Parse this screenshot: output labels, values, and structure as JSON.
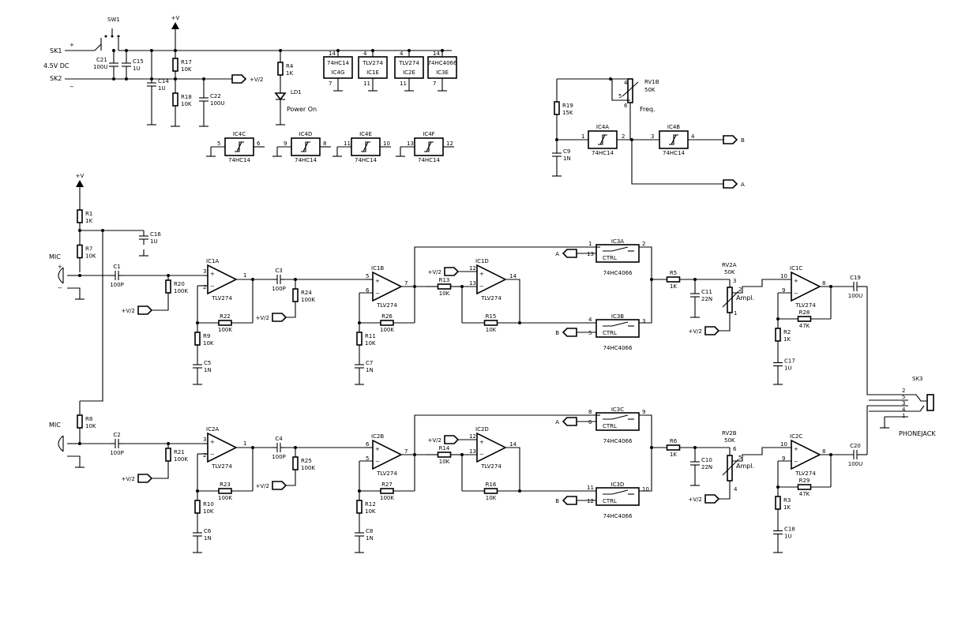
{
  "diagram": {
    "supply": {
      "sk1": "SK1",
      "sk2": "SK2",
      "voltage": "4.5V  DC",
      "plus": "+",
      "minus": "−",
      "sw1": "SW1",
      "vplus": "+V",
      "vhalf": "+V/2"
    },
    "power_parts": {
      "c21": [
        "C21",
        "100U"
      ],
      "c15": [
        "C15",
        "1U"
      ],
      "c14": [
        "C14",
        "1U"
      ],
      "r17": [
        "R17",
        "10K"
      ],
      "r18": [
        "R18",
        "10K"
      ],
      "c22": [
        "C22",
        "100U"
      ],
      "r4": [
        "R4",
        "1K"
      ],
      "ld1": "LD1",
      "power_on": "Power  On"
    },
    "power_pins": [
      "14",
      "7",
      "4",
      "11",
      "4",
      "11",
      "14",
      "7"
    ],
    "ic_power": [
      [
        "74HC14",
        "IC4G"
      ],
      [
        "TLV274",
        "IC1E"
      ],
      [
        "TLV274",
        "IC2E"
      ],
      [
        "74HC4066",
        "IC3E"
      ]
    ],
    "spare_gates": [
      [
        "IC4C",
        "74HC14",
        "5",
        "6"
      ],
      [
        "IC4D",
        "74HC14",
        "9",
        "8"
      ],
      [
        "IC4E",
        "74HC14",
        "11",
        "10"
      ],
      [
        "IC4F",
        "74HC14",
        "13",
        "12"
      ]
    ],
    "osc": {
      "r19": [
        "R19",
        "15K"
      ],
      "c9": [
        "C9",
        "1N"
      ],
      "rv1b": [
        "RV1B",
        "50K"
      ],
      "freq": "Freq.",
      "ic4a": [
        "IC4A",
        "74HC14"
      ],
      "ic4b": [
        "IC4B",
        "74HC14"
      ],
      "pins": [
        "4",
        "5",
        "6",
        "1",
        "2",
        "3",
        "4"
      ],
      "out_b": "B",
      "out_a": "A"
    },
    "mic_bias": {
      "r1": [
        "R1",
        "1K"
      ],
      "r7": [
        "R7",
        "10K"
      ],
      "r8": [
        "R8",
        "10K"
      ],
      "c16": [
        "C16",
        "1U"
      ]
    },
    "ch1": {
      "mic": "MIC",
      "plus": "+",
      "minus": "−",
      "c1": [
        "C1",
        "100P"
      ],
      "r20": [
        "R20",
        "100K"
      ],
      "ic1a": [
        "IC1A",
        "TLV274"
      ],
      "r22": [
        "R22",
        "100K"
      ],
      "r9": [
        "R9",
        "10K"
      ],
      "c5": [
        "C5",
        "1N"
      ],
      "c3": [
        "C3",
        "100P"
      ],
      "r24": [
        "R24",
        "100K"
      ],
      "ic1b": [
        "IC1B",
        "TLV274"
      ],
      "r26": [
        "R26",
        "100K"
      ],
      "r11": [
        "R11",
        "10K"
      ],
      "c7": [
        "C7",
        "1N"
      ],
      "r13": [
        "R13",
        "10K"
      ],
      "ic1d": [
        "IC1D",
        "TLV274"
      ],
      "r15": [
        "R15",
        "10K"
      ],
      "ic3a": [
        "IC3A",
        "74HC4066"
      ],
      "ic3b": [
        "IC3B",
        "74HC4066"
      ],
      "ctrl": "CTRL",
      "r5": [
        "R5",
        "1K"
      ],
      "c11": [
        "C11",
        "22N"
      ],
      "rv2a": [
        "RV2A",
        "50K"
      ],
      "ampl": "Ampl.",
      "ic1c": [
        "IC1C",
        "TLV274"
      ],
      "r28": [
        "R28",
        "47K"
      ],
      "r2": [
        "R2",
        "1K"
      ],
      "c17": [
        "C17",
        "1U"
      ],
      "c19": [
        "C19",
        "100U"
      ],
      "pins": {
        "a3": "3",
        "a2": "2",
        "a1": "1",
        "b5": "5",
        "b6": "6",
        "b7": "7",
        "d12": "12",
        "d13": "13",
        "d14": "14",
        "s1": "1",
        "s13": "13",
        "s2": "2",
        "s4": "4",
        "s5": "5",
        "s3": "3",
        "rv3": "3",
        "rv2": "2",
        "rv1": "1",
        "c10": "10",
        "c9": "9",
        "c8": "8"
      },
      "sig_a": "A",
      "sig_b": "B"
    },
    "ch2": {
      "mic": "MIC",
      "c2": [
        "C2",
        "100P"
      ],
      "r21": [
        "R21",
        "100K"
      ],
      "ic2a": [
        "IC2A",
        "TLV274"
      ],
      "r23": [
        "R23",
        "100K"
      ],
      "r10": [
        "R10",
        "10K"
      ],
      "c6": [
        "C6",
        "1N"
      ],
      "c4": [
        "C4",
        "100P"
      ],
      "r25": [
        "R25",
        "100K"
      ],
      "ic2b": [
        "IC2B",
        "TLV274"
      ],
      "r27": [
        "R27",
        "100K"
      ],
      "r12": [
        "R12",
        "10K"
      ],
      "c8": [
        "C8",
        "1N"
      ],
      "r14": [
        "R14",
        "10K"
      ],
      "ic2d": [
        "IC2D",
        "TLV274"
      ],
      "r16": [
        "R16",
        "10K"
      ],
      "ic3c": [
        "IC3C",
        "74HC4066"
      ],
      "ic3d": [
        "IC3D",
        "74HC4066"
      ],
      "ctrl": "CTRL",
      "r6": [
        "R6",
        "1K"
      ],
      "c10": [
        "C10",
        "22N"
      ],
      "rv2b": [
        "RV2B",
        "50K"
      ],
      "ampl": "Ampl.",
      "ic2c": [
        "IC2C",
        "TLV274"
      ],
      "r29": [
        "R29",
        "47K"
      ],
      "r3": [
        "R3",
        "1K"
      ],
      "c18": [
        "C18",
        "1U"
      ],
      "c20": [
        "C20",
        "100U"
      ],
      "pins": {
        "a3": "3",
        "a2": "2",
        "a1": "1",
        "b6": "6",
        "b5": "5",
        "b7": "7",
        "d12": "12",
        "d13": "13",
        "d14": "14",
        "s8": "8",
        "s6": "6",
        "s9": "9",
        "s11": "11",
        "s12": "12",
        "s10": "10",
        "rv6": "6",
        "rv5": "5",
        "rv4": "4",
        "c10": "10",
        "c9": "9",
        "c8": "8"
      },
      "sig_a": "A",
      "sig_b": "B"
    },
    "jack": {
      "sk3": "SK3",
      "label": "PHONEJACK",
      "pins": [
        "2",
        "5",
        "3",
        "4",
        "1"
      ]
    }
  }
}
